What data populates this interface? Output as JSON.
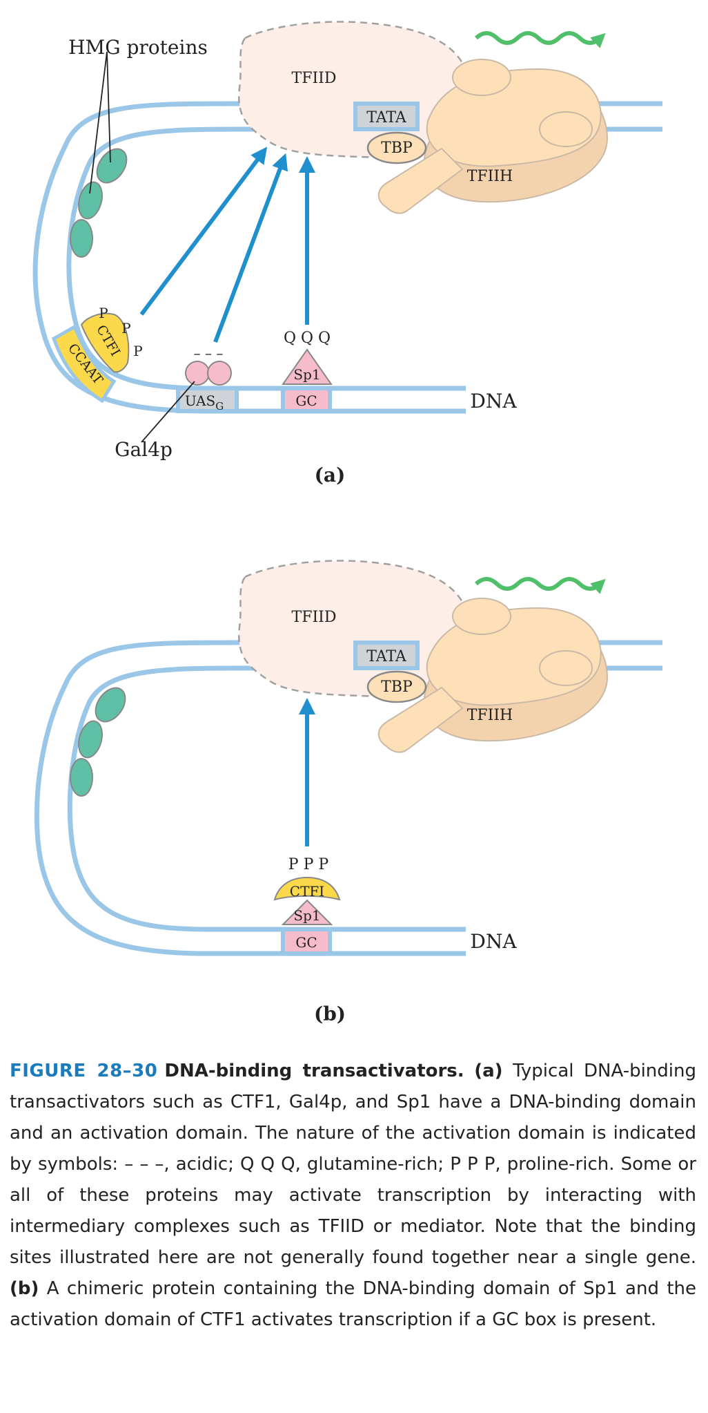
{
  "panel_a": {
    "hmg_label": "HMG proteins",
    "tfiid": "TFIID",
    "tata": "TATA",
    "tbp": "TBP",
    "tfiih": "TFIIH",
    "ctfi": "CTFI",
    "ccaat": "CCAAT",
    "p": "P",
    "minus": "– – –",
    "qqq": "Q Q Q",
    "sp1": "Sp1",
    "uas": "UAS",
    "uas_sub": "G",
    "gc": "GC",
    "dna": "DNA",
    "gal4p": "Gal4p",
    "panel_label": "(a)"
  },
  "panel_b": {
    "tfiid": "TFIID",
    "tata": "TATA",
    "tbp": "TBP",
    "tfiih": "TFIIH",
    "ppp": "P P P",
    "ctfi": "CTFI",
    "sp1": "Sp1",
    "gc": "GC",
    "dna": "DNA",
    "panel_label": "(b)"
  },
  "caption": {
    "figure_number": "FIGURE 28–30",
    "title": "DNA-binding transactivators.",
    "a_label": "(a)",
    "text_a": "Typical DNA-binding transactivators such as CTF1, Gal4p, and Sp1 have a DNA-binding domain and an activation domain. The nature of the activation domain is indicated by symbols: – – –, acidic; Q Q Q, glutamine-rich; P P P, proline-rich. Some or all of these proteins may activate transcription by interacting with intermediary complexes such as TFIID or mediator. Note that the binding sites illustrated here are not generally found together near a single gene.",
    "b_label": "(b)",
    "text_b": "A chimeric protein containing the DNA-binding domain of Sp1 and the activation domain of CTF1 activates transcription if a GC box is present."
  },
  "colors": {
    "dna": "#9ac6e8",
    "arrow": "#1f8fce",
    "tfiid_fill": "#fdeee8",
    "tfiih_fill": "#fde0b8",
    "tfiih_dark": "#f2d3ad",
    "hmg": "#5fc0a5",
    "ctfi": "#fcd94a",
    "sp1": "#f6bccb",
    "gray_box": "#cfd3d8",
    "rna": "#4fbf6a",
    "figure_blue": "#1a7bbd"
  }
}
